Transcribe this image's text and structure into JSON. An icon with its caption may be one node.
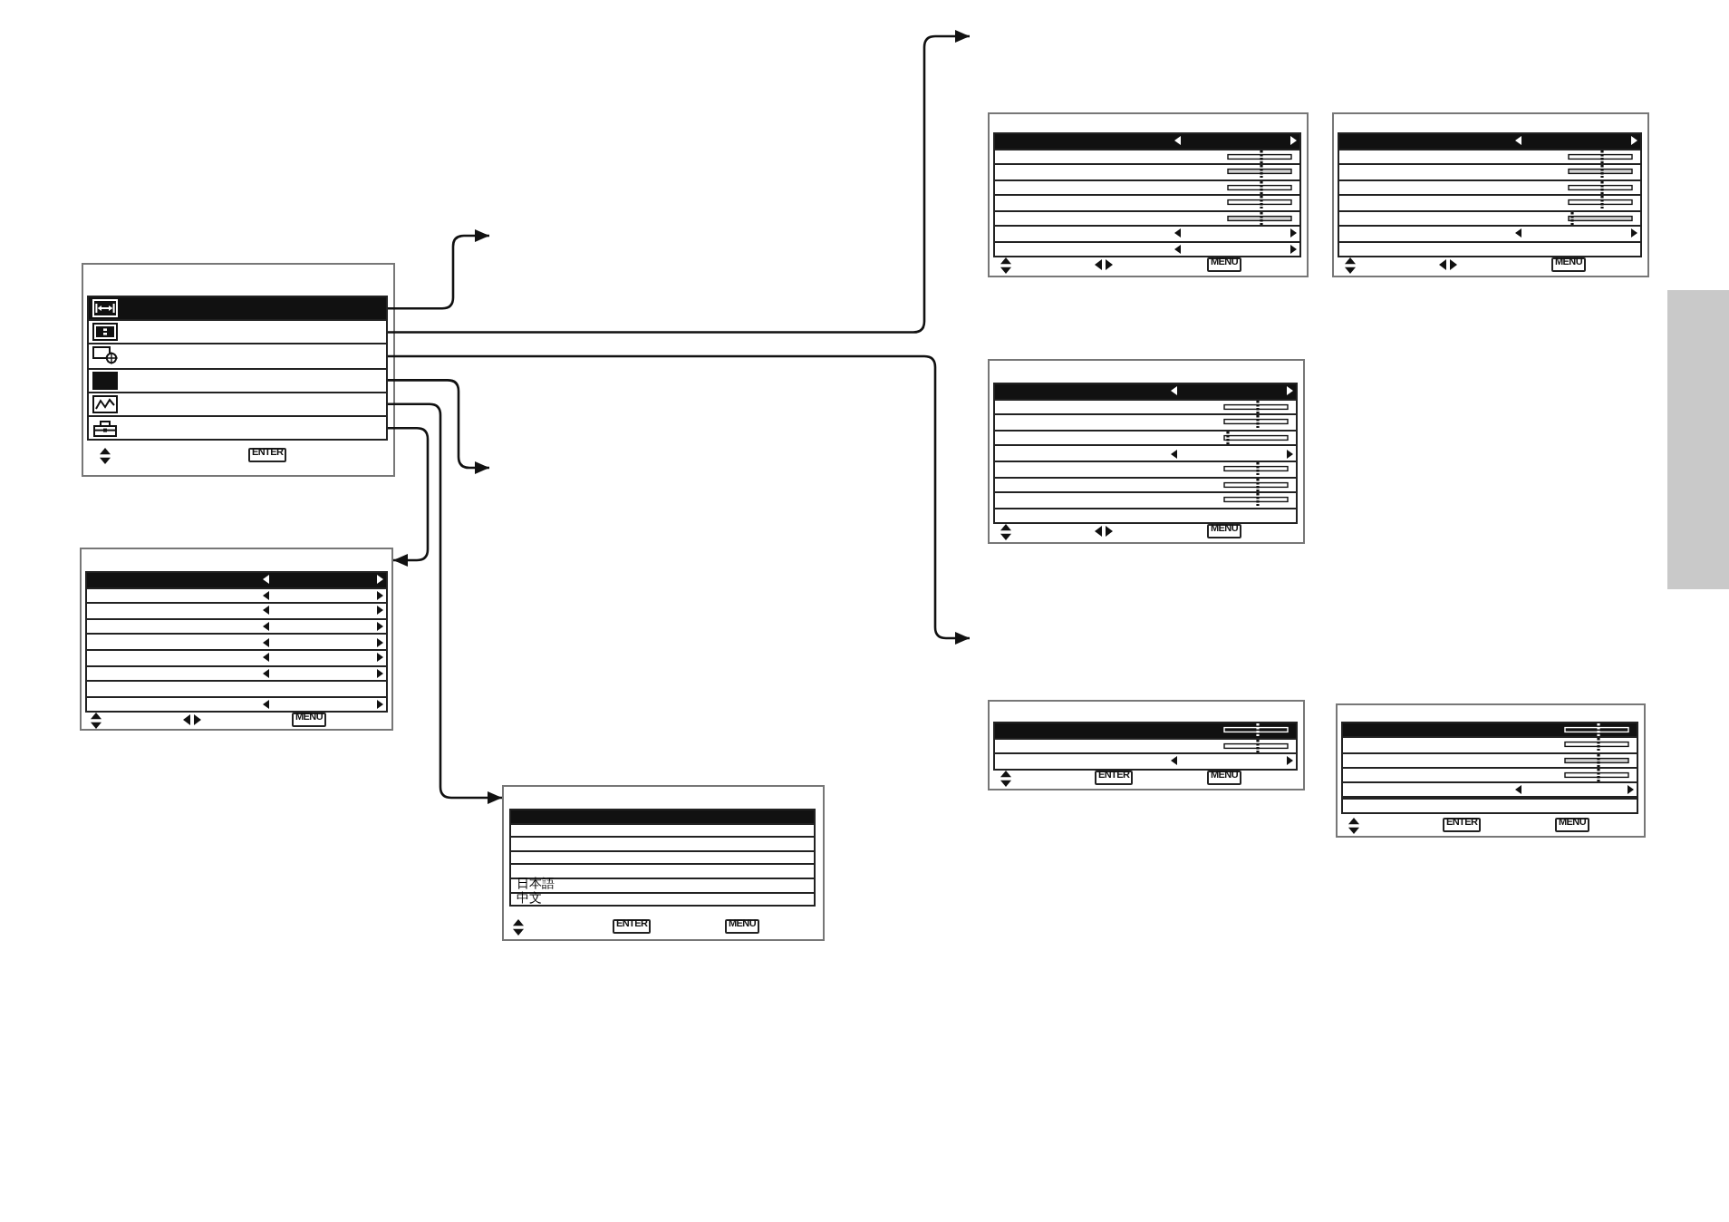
{
  "diagram": {
    "nodes": [
      {
        "text": [
          "ENTER"
        ]
      },
      {
        "text": [],
        "shape": "box",
        "in": 0
      },
      {
        "text": [],
        "shape": "box",
        "in": 0
      },
      {
        "text": [],
        "shape": "box",
        "in": 0
      },
      {
        "text": [],
        "shape": "box",
        "in": 0
      },
      {
        "text": [],
        "shape": "box",
        "in": 0
      },
      {
        "text": [],
        "shape": "box",
        "in": 0
      },
      {
        "text": [
          "MENU"
        ]
      },
      {
        "text": [],
        "shape": "box",
        "in": 7
      },
      {
        "text": [],
        "shape": "box",
        "in": 7
      },
      {
        "text": [],
        "shape": "box",
        "in": 7
      },
      {
        "text": [],
        "shape": "box",
        "in": 7
      },
      {
        "text": [],
        "shape": "box",
        "in": 7
      },
      {
        "text": [],
        "shape": "box",
        "in": 7
      },
      {
        "text": [],
        "shape": "box",
        "in": 7
      },
      {
        "text": [],
        "shape": "box",
        "in": 7
      },
      {
        "text": [],
        "shape": "box",
        "in": 7
      },
      {
        "text": [
          "ENTER",
          "MENU"
        ]
      },
      {
        "text": [],
        "shape": "box",
        "in": 17
      },
      {
        "text": [],
        "shape": "box",
        "in": 17
      },
      {
        "text": [],
        "shape": "box",
        "in": 17
      },
      {
        "text": [],
        "shape": "box",
        "in": 17
      },
      {
        "text": [],
        "shape": "box",
        "in": 17
      },
      {
        "text": [
          "日本語"
        ],
        "in": 17
      },
      {
        "text": [
          "中文"
        ],
        "in": 17
      },
      {
        "text": [
          "MENU"
        ]
      },
      {
        "text": [],
        "shape": "box",
        "in": 25
      },
      {
        "text": [],
        "shape": "box",
        "in": 25
      },
      {
        "text": [],
        "shape": "box",
        "in": 25
      },
      {
        "text": [],
        "shape": "box",
        "in": 25
      },
      {
        "text": [],
        "shape": "box",
        "in": 25
      },
      {
        "text": [],
        "shape": "box",
        "in": 25
      },
      {
        "text": [],
        "shape": "box",
        "in": 25
      },
      {
        "text": [],
        "shape": "box",
        "in": 25
      },
      {
        "text": [
          "MENU"
        ]
      },
      {
        "text": [],
        "shape": "box",
        "in": 34
      },
      {
        "text": [],
        "shape": "box",
        "in": 34
      },
      {
        "text": [],
        "shape": "box",
        "in": 34
      },
      {
        "text": [],
        "shape": "box",
        "in": 34
      },
      {
        "text": [],
        "shape": "box",
        "in": 34
      },
      {
        "text": [],
        "shape": "box",
        "in": 34
      },
      {
        "text": [],
        "shape": "box",
        "in": 34
      },
      {
        "text": [],
        "shape": "box",
        "in": 34
      },
      {
        "text": [
          "MENU"
        ]
      },
      {
        "text": [],
        "shape": "box",
        "in": 43
      },
      {
        "text": [],
        "shape": "box",
        "in": 43
      },
      {
        "text": [],
        "shape": "box",
        "in": 43
      },
      {
        "text": [],
        "shape": "box",
        "in": 43
      },
      {
        "text": [],
        "shape": "box",
        "in": 43
      },
      {
        "text": [],
        "shape": "box",
        "in": 43
      },
      {
        "text": [],
        "shape": "box",
        "in": 43
      },
      {
        "text": [],
        "shape": "box",
        "in": 43
      },
      {
        "text": [],
        "shape": "box",
        "in": 43
      },
      {
        "text": [
          "ENTER",
          "MENU"
        ]
      },
      {
        "text": [],
        "shape": "box",
        "in": 53
      },
      {
        "text": [],
        "shape": "box",
        "in": 53
      },
      {
        "text": [],
        "shape": "box",
        "in": 53
      },
      {
        "text": [
          "ENTER",
          "MENU"
        ]
      },
      {
        "text": [],
        "shape": "box",
        "in": 57
      },
      {
        "text": [],
        "shape": "box",
        "in": 57
      },
      {
        "text": [],
        "shape": "box",
        "in": 57
      },
      {
        "text": [],
        "shape": "box",
        "in": 57
      },
      {
        "text": [],
        "shape": "box",
        "in": 57
      },
      {
        "text": [],
        "shape": "box",
        "in": 57
      },
      {
        "text": [],
        "shape": "bar"
      }
    ],
    "edges": [
      {
        "from": 1,
        "to": null,
        "arrow": "to"
      },
      {
        "from": 2,
        "to": null,
        "arrow": "to"
      },
      {
        "from": 3,
        "to": null,
        "arrow": "to"
      },
      {
        "from": 4,
        "to": null,
        "arrow": "to"
      },
      {
        "from": 5,
        "to": 17,
        "arrow": "to"
      },
      {
        "from": 6,
        "to": 7,
        "arrow": "to"
      }
    ]
  }
}
